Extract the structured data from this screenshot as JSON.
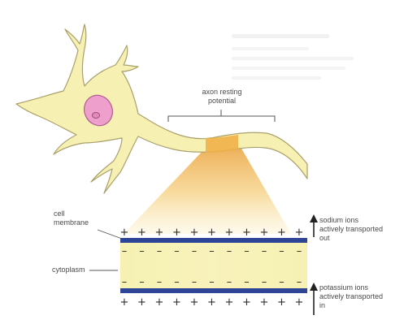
{
  "labels": {
    "axon_line1": "axon resting",
    "axon_line2": "potential",
    "cell_line1": "cell",
    "cell_line2": "membrane",
    "cytoplasm": "cytoplasm",
    "sodium_line1": "sodium ions",
    "sodium_line2": "actively transported",
    "sodium_line3": "out",
    "potassium_line1": "potassium ions",
    "potassium_line2": "actively transported",
    "potassium_line3": "in"
  },
  "charges": {
    "outer_top_sign": "+",
    "inner_top_sign": "–",
    "inner_bottom_sign": "–",
    "outer_bottom_sign": "+"
  },
  "colors": {
    "neuron_fill": "#f7f0b3",
    "neuron_outline": "#a9a06a",
    "nucleus_fill": "#ee9fcb",
    "nucleus_outline": "#b35d90",
    "membrane_blue": "#2e4597",
    "cytoplasm_fill": "#f8f3b4",
    "cone_orange": "#f0b75c",
    "segment_orange": "#f0b048"
  }
}
